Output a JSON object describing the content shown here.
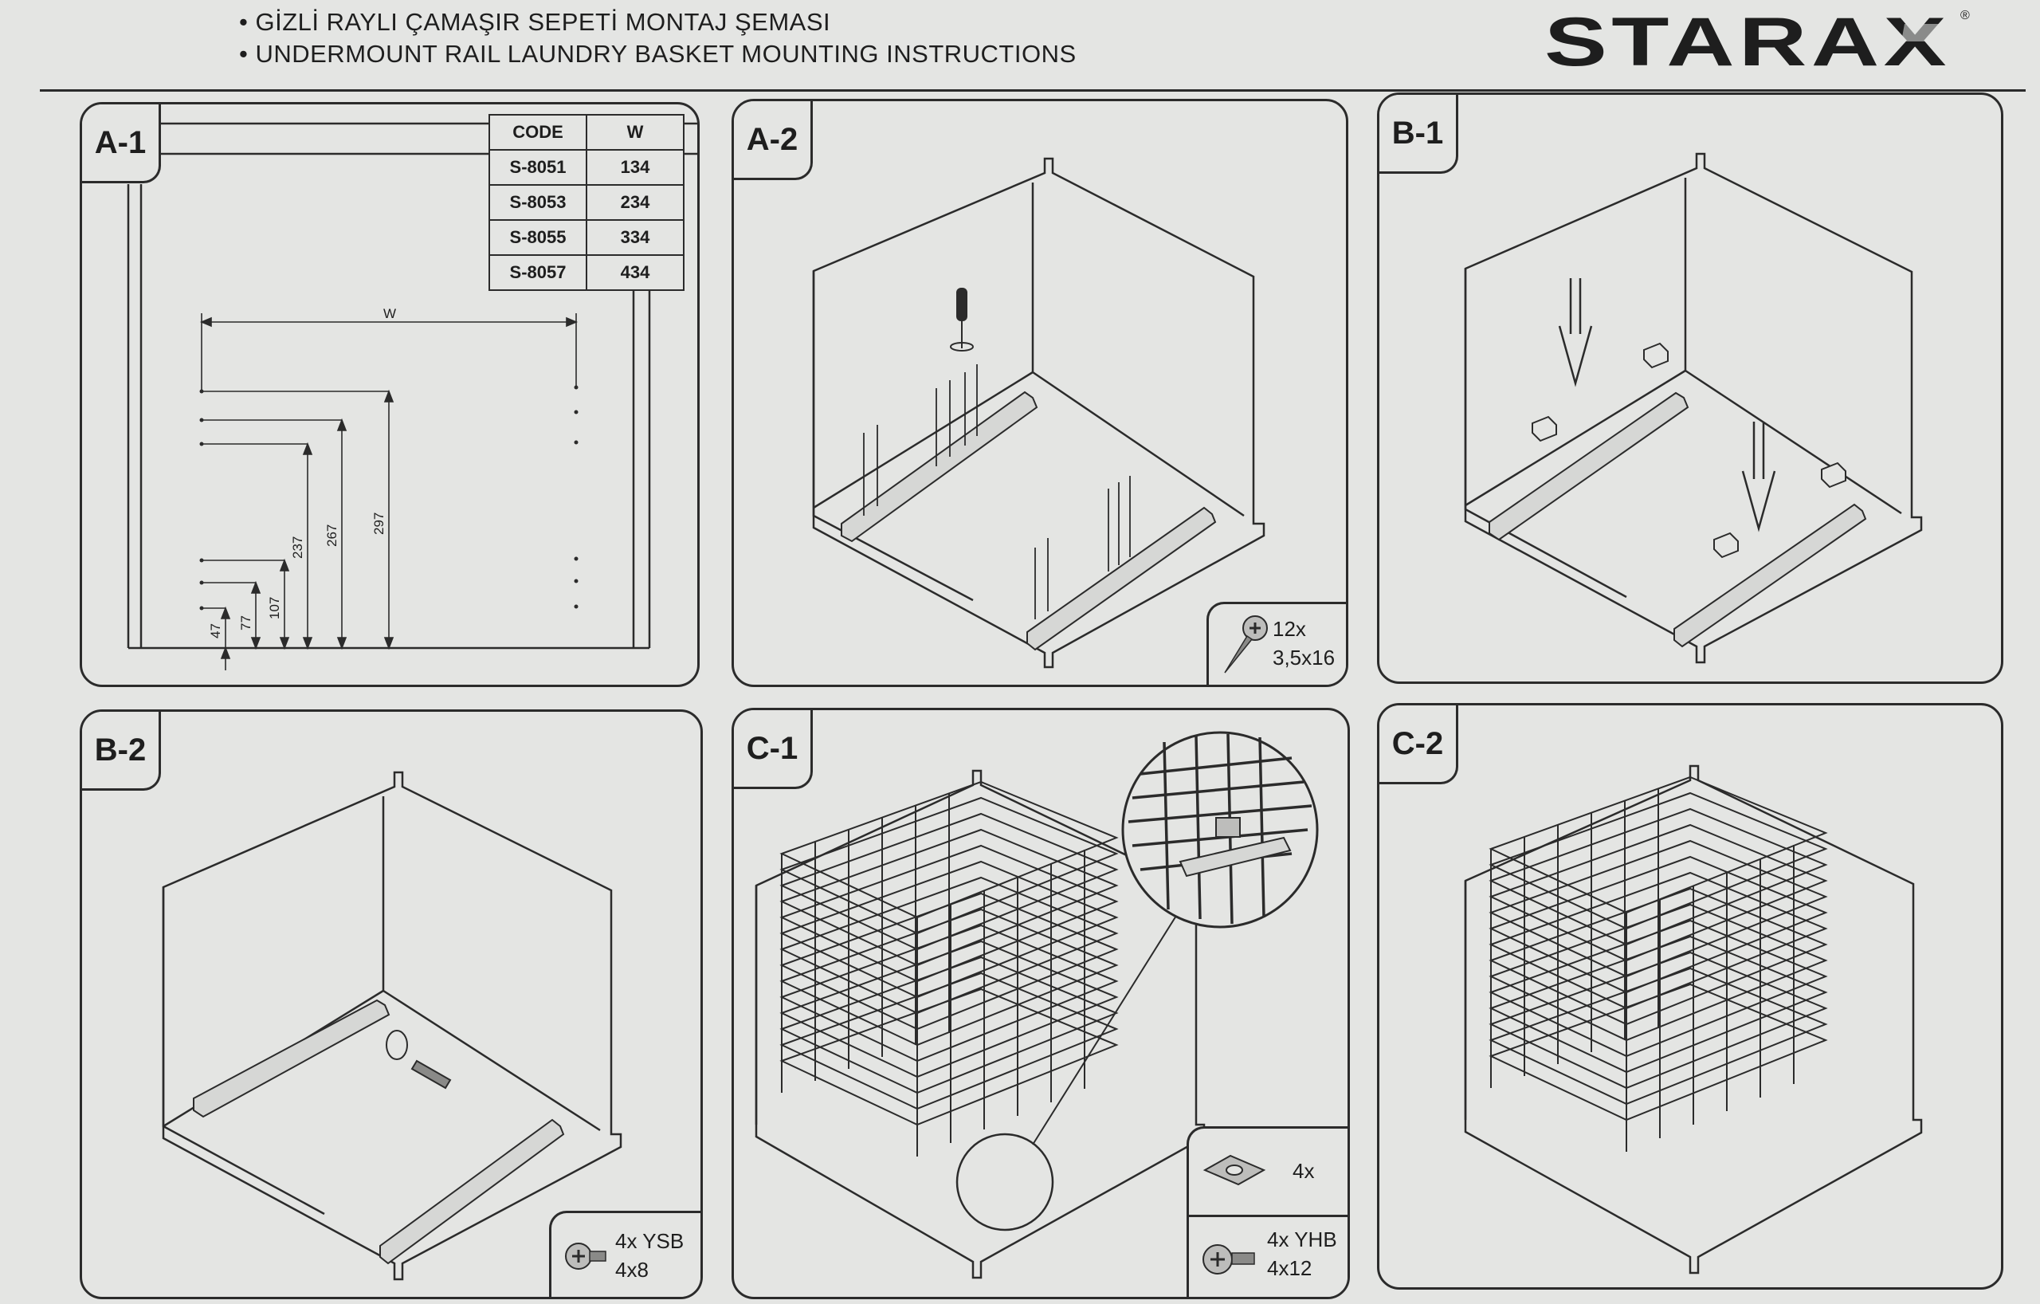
{
  "header": {
    "title_tr": "• GİZLİ RAYLI ÇAMAŞIR SEPETİ MONTAJ ŞEMASI",
    "title_en": "• UNDERMOUNT RAIL LAUNDRY BASKET MOUNTING INSTRUCTIONS",
    "brand": "STARAX",
    "brand_mark": "®"
  },
  "panels": {
    "a1": {
      "label": "A-1",
      "table": {
        "headers": [
          "CODE",
          "W"
        ],
        "rows": [
          [
            "S-8051",
            "134"
          ],
          [
            "S-8053",
            "234"
          ],
          [
            "S-8055",
            "334"
          ],
          [
            "S-8057",
            "434"
          ]
        ]
      },
      "dims": {
        "w": "W",
        "d297": "297",
        "d267": "267",
        "d237": "237",
        "d107": "107",
        "d77": "77",
        "d47": "47"
      }
    },
    "a2": {
      "label": "A-2",
      "hardware": {
        "qty": "12x",
        "size": "3,5x16"
      }
    },
    "b1": {
      "label": "B-1"
    },
    "b2": {
      "label": "B-2",
      "hardware": {
        "qty": "4x YSB",
        "size": "4x8"
      }
    },
    "c1": {
      "label": "C-1",
      "hardware_clip": {
        "qty": "4x"
      },
      "hardware_screw": {
        "qty": "4x YHB",
        "size": "4x12"
      }
    },
    "c2": {
      "label": "C-2"
    }
  }
}
